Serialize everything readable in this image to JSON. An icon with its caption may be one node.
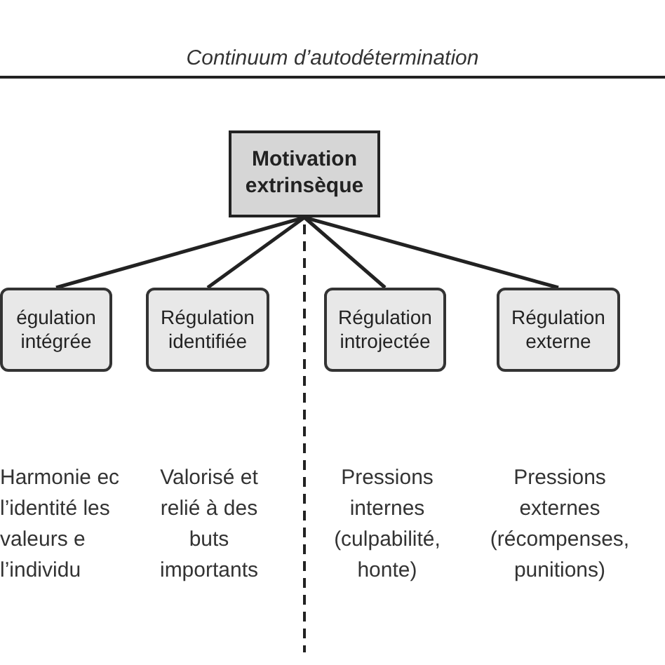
{
  "diagram": {
    "title": "Continuum d’autodétermination",
    "nodes": [
      {
        "text": [
          "Motivation extrinsèque"
        ]
      },
      {
        "text": [
          "égulation intégrée"
        ]
      },
      {
        "text": [
          "Régulation identifiée"
        ]
      },
      {
        "text": [
          "Régulation introjectée"
        ]
      },
      {
        "text": [
          "Régulation externe"
        ]
      }
    ],
    "edges": [
      {
        "from": 0,
        "to": 1,
        "arrow": "none"
      },
      {
        "from": 0,
        "to": 2,
        "arrow": "none"
      },
      {
        "from": 0,
        "to": 3,
        "arrow": "none"
      },
      {
        "from": 0,
        "to": 4,
        "arrow": "none"
      }
    ],
    "labels": [
      "Harmonie ec l’identité les valeurs e l’individu",
      "Valorisé et relié à des buts importants",
      "Pressions internes (culpabilité, honte)",
      "Pressions externes (récompenses, punitions)"
    ]
  }
}
